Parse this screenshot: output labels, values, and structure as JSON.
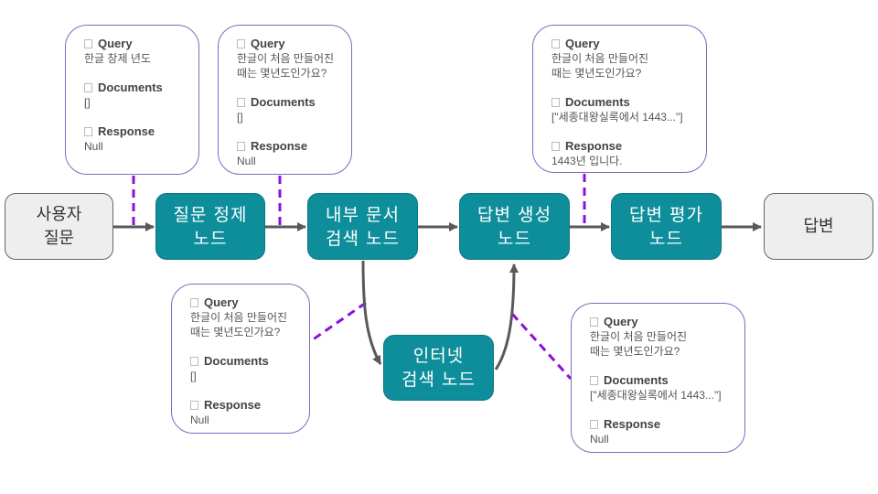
{
  "colors": {
    "process_node": "#0e8e9b",
    "terminal_node": "#eeeeee",
    "arrow": "#595959",
    "state_link": "#8a10e0",
    "state_border": "#7b6bbf"
  },
  "nodes": {
    "user_question": "사용자\n질문",
    "query_refine": "질문 정제\n노드",
    "internal_search": "내부 문서\n검색 노드",
    "answer_generate": "답변 생성\n노드",
    "answer_evaluate": "답변 평가\n노드",
    "answer": "답변",
    "internet_search": "인터넷\n검색 노드"
  },
  "state_labels": {
    "query": "Query",
    "documents": "Documents",
    "response": "Response"
  },
  "states": {
    "after_input": {
      "query": "한글 창제 년도",
      "documents": "[]",
      "response": "Null"
    },
    "after_refine": {
      "query": "한글이 처음 만들어진\n때는 몇년도인가요?",
      "documents": "[]",
      "response": "Null"
    },
    "after_generate": {
      "query": "한글이 처음 만들어진\n때는 몇년도인가요?",
      "documents": "[\"세종대왕실록에서 1443...\"]",
      "response": "1443년 입니다."
    },
    "after_internal_search": {
      "query": "한글이 처음 만들어진\n때는 몇년도인가요?",
      "documents": "[]",
      "response": "Null"
    },
    "after_internet_search": {
      "query": "한글이 처음 만들어진\n때는 몇년도인가요?",
      "documents": "[\"세종대왕실록에서 1443...\"]",
      "response": "Null"
    }
  }
}
